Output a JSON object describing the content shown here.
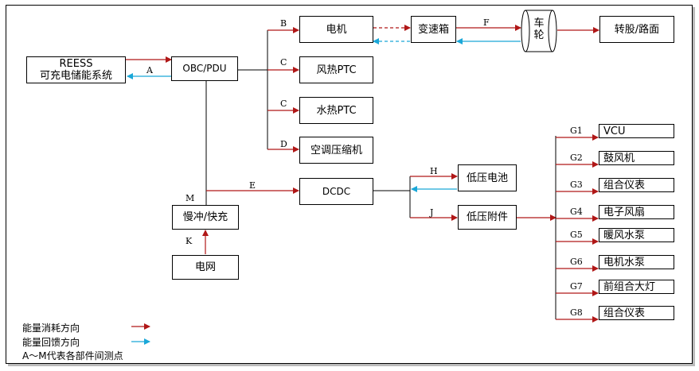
{
  "colors": {
    "consume": "#b01717",
    "feedback": "#1aa7d8",
    "line": "#000000"
  },
  "boxes": {
    "reess": "REESS\n可充电储能系统",
    "obc": "OBC/PDU",
    "motor": "电机",
    "gearbox": "变速箱",
    "wheel": "车\n轮",
    "road": "转股/路面",
    "fan_ptc": "风热PTC",
    "water_ptc": "水热PTC",
    "ac_comp": "空调压缩机",
    "dcdc": "DCDC",
    "charger": "慢冲/快充",
    "grid": "电网",
    "lv_battery": "低压电池",
    "lv_acc": "低压附件",
    "g_items": [
      "VCU",
      "鼓风机",
      "组合仪表",
      "电子风扇",
      "暖风水泵",
      "电机水泵",
      "前组合大灯",
      "组合仪表"
    ]
  },
  "points": {
    "a": "A",
    "b": "B",
    "c1": "C",
    "c2": "C",
    "d": "D",
    "e": "E",
    "f": "F",
    "h": "H",
    "j": "J",
    "k": "K",
    "m": "M",
    "g": [
      "G1",
      "G2",
      "G3",
      "G4",
      "G5",
      "G6",
      "G7",
      "G8"
    ]
  },
  "legend": {
    "consume": "能量消耗方向",
    "feedback": "能量回馈方向",
    "note": "A～M代表各部件间测点"
  }
}
